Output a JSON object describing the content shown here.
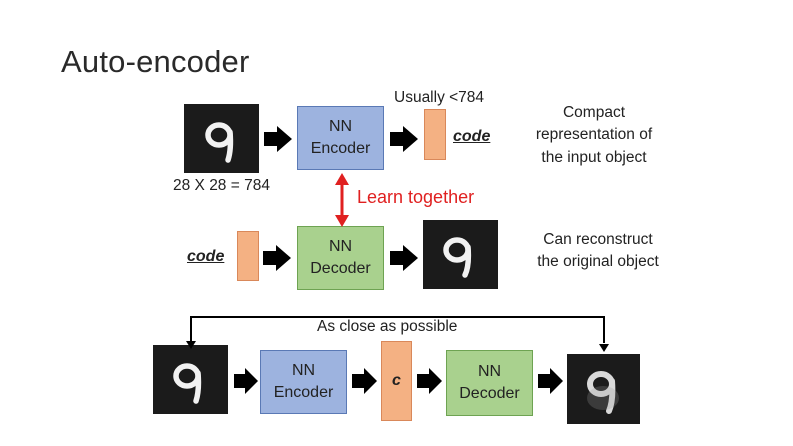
{
  "slide": {
    "title": "Auto-encoder"
  },
  "row1": {
    "size_label": "28 X 28 = 784",
    "encoder_lines": [
      "NN",
      "Encoder"
    ],
    "usually_label": "Usually <784",
    "code_label": "code",
    "description": [
      "Compact",
      "representation of",
      "the input object"
    ]
  },
  "middle": {
    "learn_label": "Learn together"
  },
  "row2": {
    "code_label": "code",
    "decoder_lines": [
      "NN",
      "Decoder"
    ],
    "description": [
      "Can reconstruct",
      "the original object"
    ]
  },
  "row3": {
    "close_label": "As close as possible",
    "encoder_lines": [
      "NN",
      "Encoder"
    ],
    "c_label": "c",
    "decoder_lines": [
      "NN",
      "Decoder"
    ]
  },
  "colors": {
    "encoder_fill": "#9db3df",
    "decoder_fill": "#a9d18e",
    "code_fill": "#f4b183",
    "accent_red": "#e02020"
  }
}
